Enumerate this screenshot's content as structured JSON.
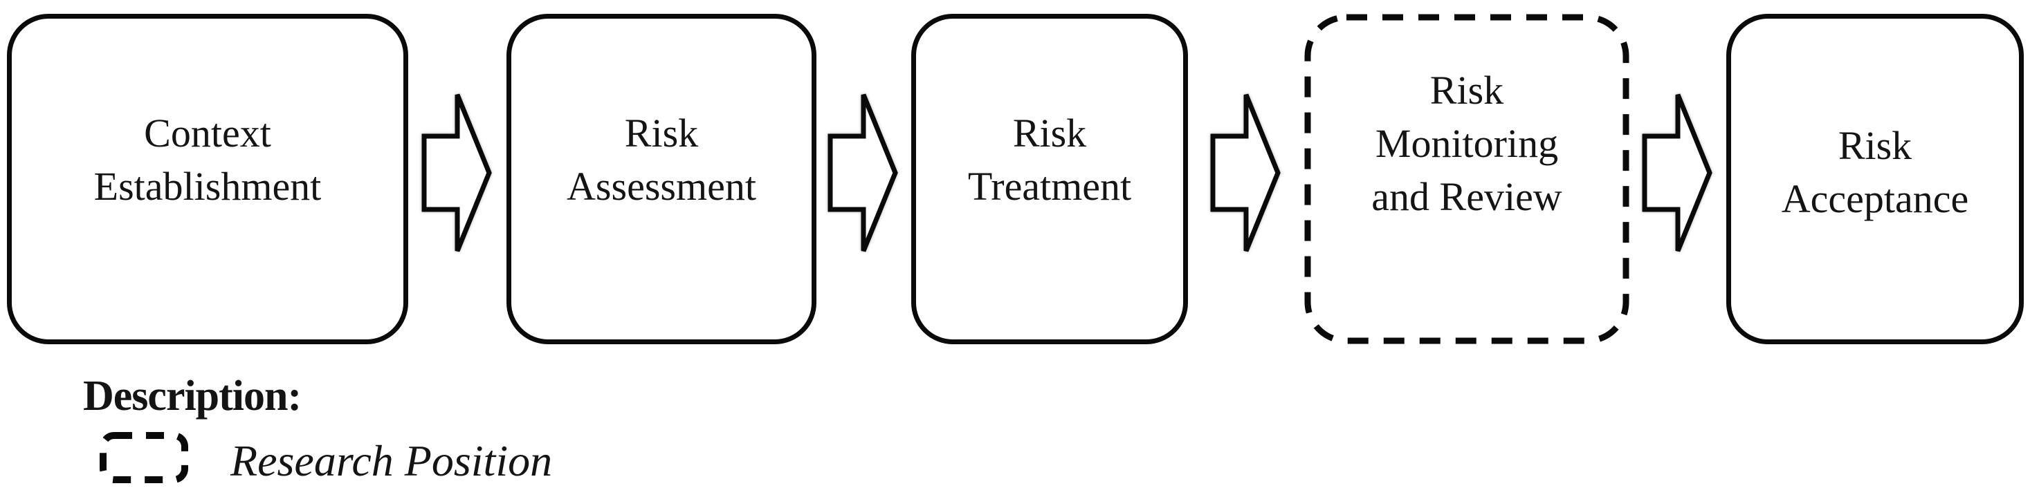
{
  "figure": {
    "background": "#ffffff",
    "line_color": "#0a0a0a",
    "text_color": "#141414",
    "boxes": [
      {
        "id": "context-establishment",
        "lines": [
          "Context",
          "Establishment"
        ],
        "border_style": "solid"
      },
      {
        "id": "risk-assessment",
        "lines": [
          "Risk",
          "Assessment"
        ],
        "border_style": "solid"
      },
      {
        "id": "risk-treatment",
        "lines": [
          "Risk",
          "Treatment"
        ],
        "border_style": "solid"
      },
      {
        "id": "risk-monitoring-and-review",
        "lines": [
          "Risk",
          "Monitoring",
          "and Review"
        ],
        "border_style": "dashed"
      },
      {
        "id": "risk-acceptance",
        "lines": [
          "Risk",
          "Acceptance"
        ],
        "border_style": "solid"
      }
    ],
    "connectors": [
      {
        "type": "block-arrow",
        "direction": "right",
        "from": "context-establishment",
        "to": "risk-assessment"
      },
      {
        "type": "block-arrow",
        "direction": "right",
        "from": "risk-assessment",
        "to": "risk-treatment"
      },
      {
        "type": "block-arrow",
        "direction": "right",
        "from": "risk-treatment",
        "to": "risk-monitoring-and-review"
      },
      {
        "type": "block-arrow",
        "direction": "right",
        "from": "risk-monitoring-and-review",
        "to": "risk-acceptance"
      }
    ],
    "legend": {
      "title": "Description:",
      "items": [
        {
          "symbol": "dashed-rounded-rectangle",
          "label": "Research Position"
        }
      ]
    }
  }
}
